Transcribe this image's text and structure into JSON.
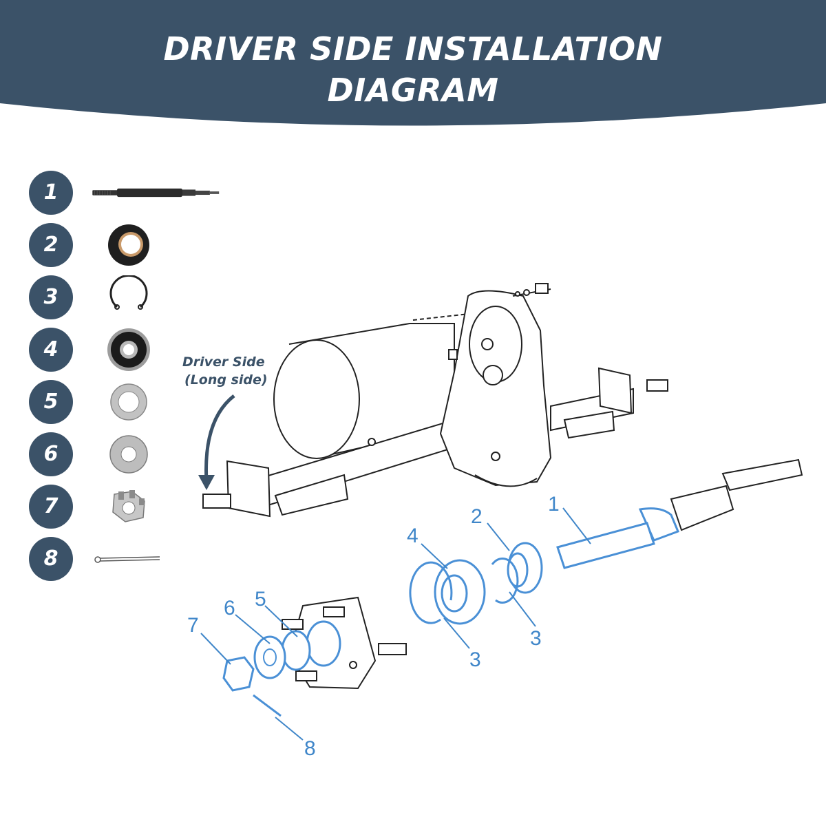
{
  "title": {
    "line1": "DRIVER SIDE INSTALLATION",
    "line2": "DIAGRAM"
  },
  "colors": {
    "banner": "#3b5268",
    "callout": "#3f86c9",
    "highlight": "#4a90d6",
    "line_art": "#222222"
  },
  "legend": [
    {
      "number": "1",
      "icon": "axle-shaft-icon"
    },
    {
      "number": "2",
      "icon": "oil-seal-icon"
    },
    {
      "number": "3",
      "icon": "retaining-ring-icon"
    },
    {
      "number": "4",
      "icon": "bearing-icon"
    },
    {
      "number": "5",
      "icon": "thin-washer-icon"
    },
    {
      "number": "6",
      "icon": "flat-washer-icon"
    },
    {
      "number": "7",
      "icon": "castle-nut-icon"
    },
    {
      "number": "8",
      "icon": "cotter-pin-icon"
    }
  ],
  "annotation": {
    "line1": "Driver Side",
    "line2": "(Long side)"
  },
  "callouts": {
    "c1": "1",
    "c2": "2",
    "c3a": "3",
    "c3b": "3",
    "c4": "4",
    "c5": "5",
    "c6": "6",
    "c7": "7",
    "c8": "8"
  }
}
